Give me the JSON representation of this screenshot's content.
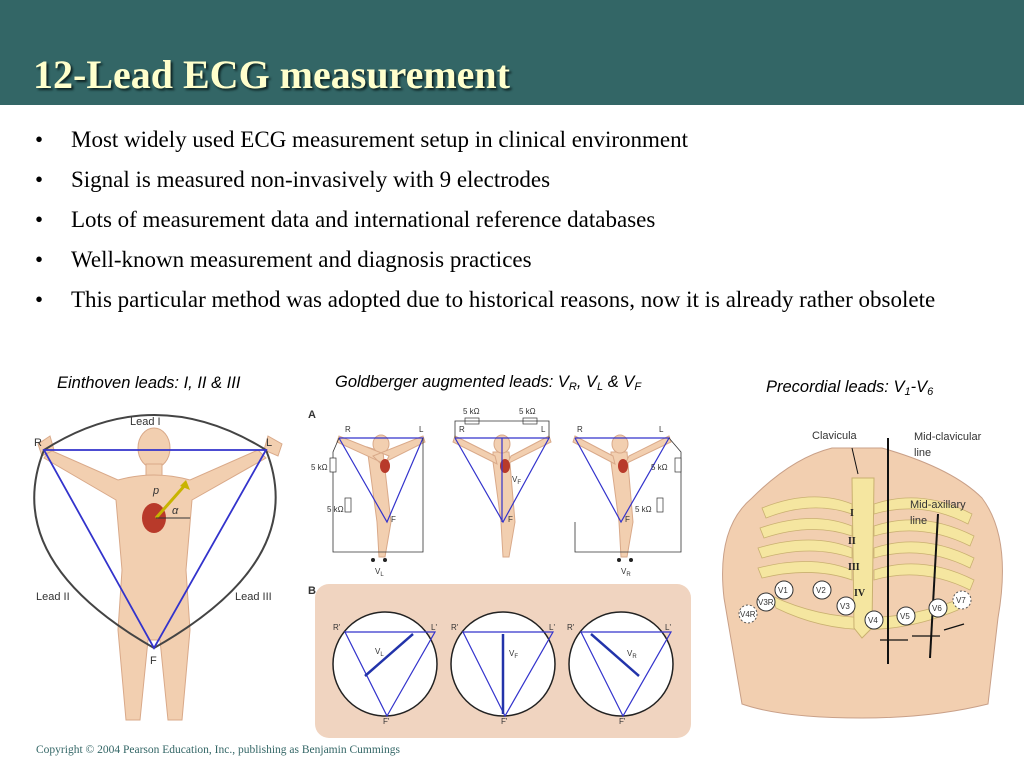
{
  "slide": {
    "title": "12-Lead ECG measurement",
    "bullet_symbol": "•",
    "bullets": [
      "Most widely used ECG measurement setup in clinical environment",
      "Signal is measured non-invasively with 9 electrodes",
      "Lots of measurement data and international reference databases",
      "Well-known measurement and diagnosis practices",
      "This particular method was adopted due to historical reasons, now it is already rather obsolete"
    ],
    "copyright": "Copyright © 2004 Pearson Education, Inc., publishing as Benjamin Cummings"
  },
  "captions": {
    "einthoven": "Einthoven leads: I, II & III",
    "goldberger": {
      "text": "Goldberger augmented leads: V",
      "sub1": "R",
      "sep1": ", V",
      "sub2": "L",
      "sep2": " & V",
      "sub3": "F"
    },
    "precordial": {
      "text": "Precordial leads: V",
      "sub1": "1",
      "sep": "-V",
      "sub2": "6"
    }
  },
  "einthoven_figure": {
    "lead1": "Lead I",
    "lead2": "Lead II",
    "lead3": "Lead III",
    "r": "R",
    "l": "L",
    "f": "F",
    "vector": "p",
    "angle": "α"
  },
  "goldberger_figure": {
    "panel_a": "A",
    "panel_b": "B",
    "resistor": "5 kΩ",
    "r": "R",
    "l": "L",
    "f": "F",
    "vl": "V",
    "vl_sub": "L",
    "vf": "V",
    "vf_sub": "F",
    "vr": "V",
    "vr_sub": "R",
    "r_prime": "R'",
    "l_prime": "L'",
    "f_prime": "F'"
  },
  "precordial_figure": {
    "clavicula": "Clavicula",
    "mid_clavicular": "Mid-clavicular",
    "mid_clavicular_2": "line",
    "mid_axillary": "Mid-axillary",
    "mid_axillary_2": "line",
    "ribs": [
      "I",
      "II",
      "III",
      "IV"
    ],
    "electrodes": [
      "V4R",
      "V3R",
      "V1",
      "V2",
      "V3",
      "V4",
      "V5",
      "V6",
      "V7"
    ]
  },
  "colors": {
    "title_bar": "#336666",
    "title_text": "#ffffcc",
    "lead_lines": "#3333cc",
    "skin": "#f2cfb0",
    "panel_bg": "#f0d4c0"
  }
}
